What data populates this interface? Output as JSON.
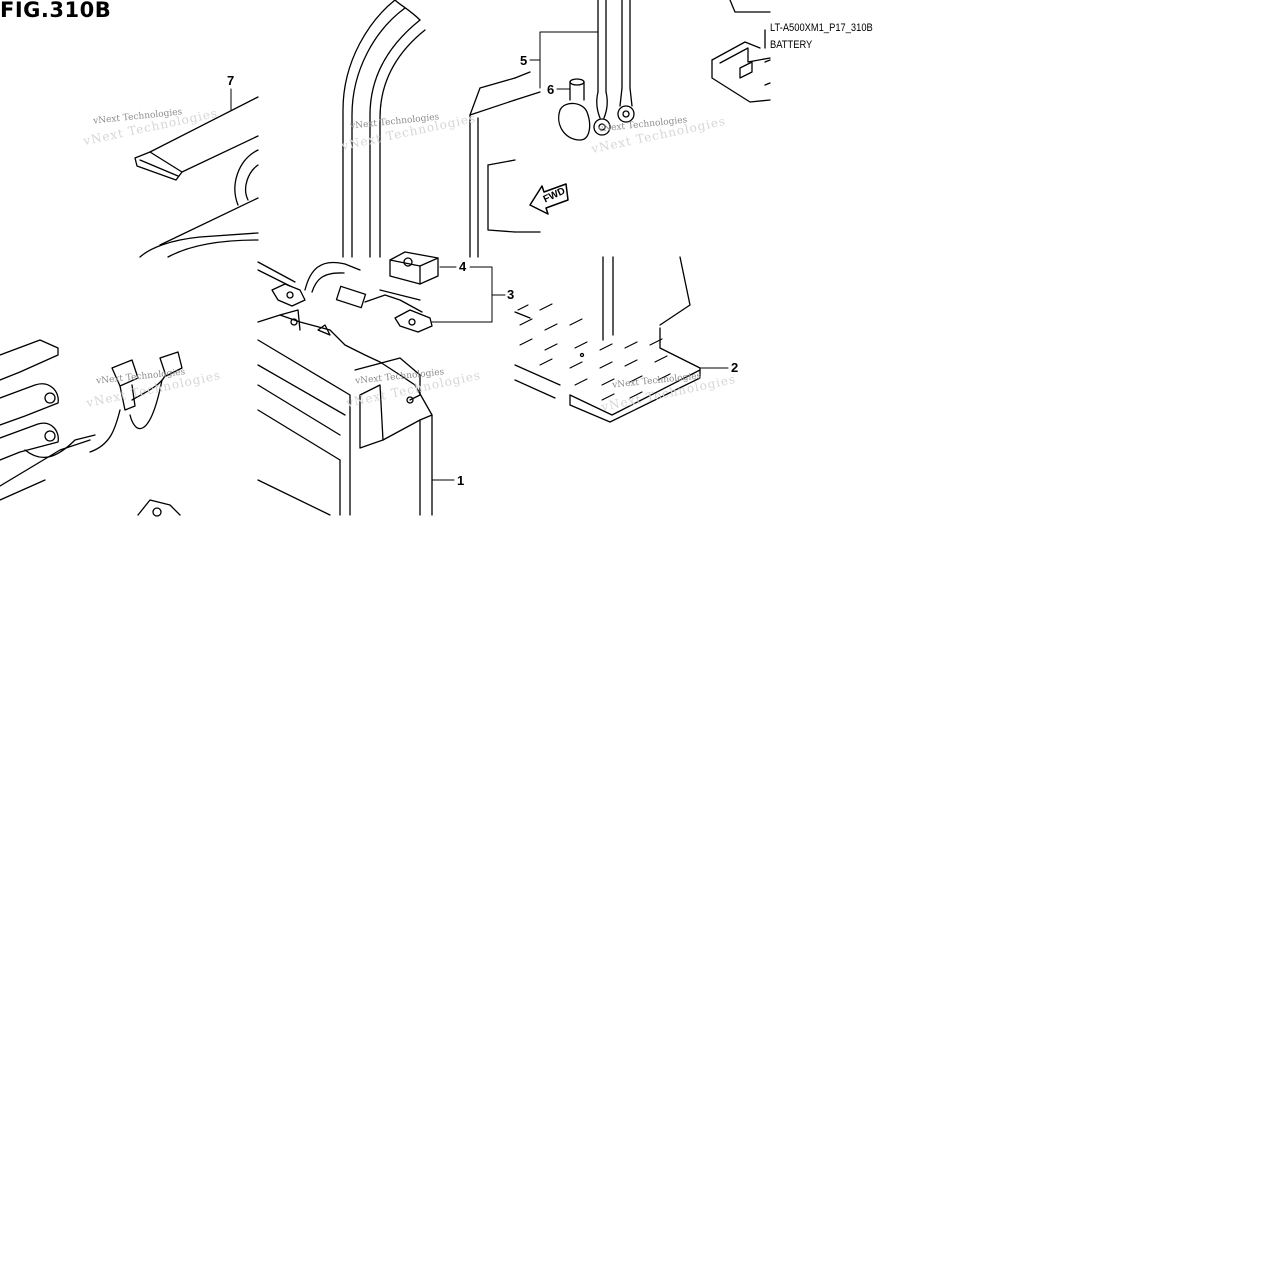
{
  "header": {
    "fig_title": "FIG.310B",
    "model_code": "LT-A500XM1_P17_310B",
    "section_name": "BATTERY"
  },
  "callouts": [
    "1",
    "2",
    "3",
    "4",
    "5",
    "6",
    "7"
  ],
  "direction_arrow": "FWD",
  "watermark": "vNext Technologies"
}
